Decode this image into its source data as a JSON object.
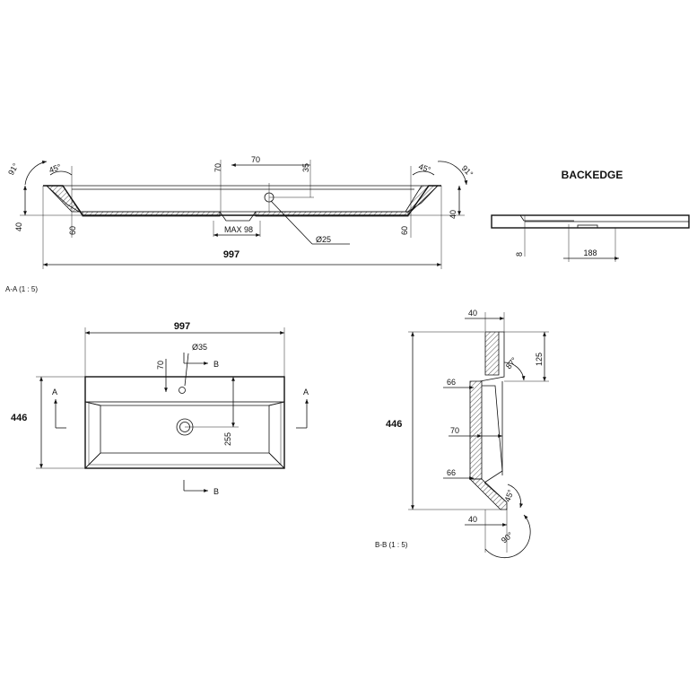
{
  "backedge": {
    "title": "BACKEDGE",
    "dim_height": "8",
    "dim_width": "188"
  },
  "section_aa": {
    "label": "A-A  (1 : 5)",
    "overall_width": "997",
    "angle_left_outer": "91°",
    "angle_left_inner": "45°",
    "angle_right_inner": "45°",
    "angle_right_outer": "91°",
    "rim_left": "40",
    "rim_right": "40",
    "depth_left": "60",
    "depth_right": "60",
    "tap_offset": "70",
    "tap_depth": "70",
    "tap_height": "35",
    "drain_max": "MAX 98",
    "drain_diameter": "Ø25"
  },
  "top_view": {
    "overall_width": "997",
    "overall_depth": "446",
    "tap_hole_diameter": "Ø35",
    "tap_offset": "70",
    "drain_offset": "255",
    "section_a_left": "A",
    "section_a_right": "A",
    "section_b_top": "B",
    "section_b_bottom": "B"
  },
  "section_bb": {
    "label": "B-B  (1 : 5)",
    "top_width": "40",
    "back_height": "125",
    "angle_top": "87°",
    "upper_step": "66",
    "inner_depth": "70",
    "lower_step": "66",
    "overall_depth": "446",
    "angle_front": "45°",
    "front_rim": "40",
    "angle_bottom": "90°"
  }
}
